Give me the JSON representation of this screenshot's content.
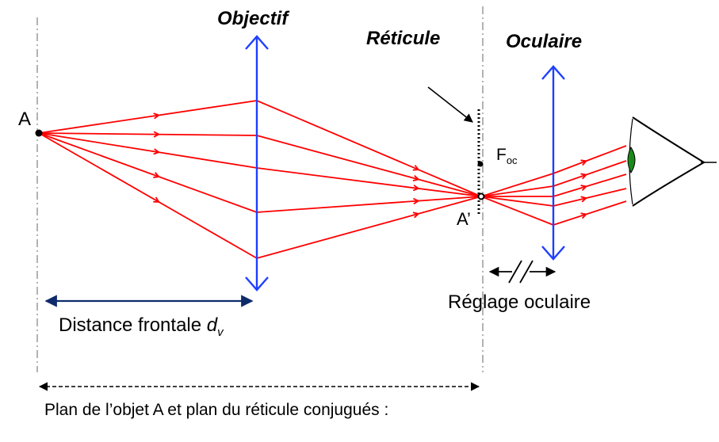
{
  "labels": {
    "objective": "Objectif",
    "reticle": "Réticule",
    "eyepiece": "Oculaire",
    "point_A": "A",
    "focus_main": "F",
    "focus_sub": "oc",
    "image_A_prime": "A’",
    "eyepiece_adjust": "Réglage oculaire",
    "working_distance": "Distance frontale ",
    "working_distance_symbol": "d",
    "working_distance_sub": "v",
    "conjugate_planes": "Plan de l’objet A et plan du réticule conjugués :"
  },
  "colors": {
    "rays": "#ff0000",
    "lens": "#1f3fff",
    "dimension_arrow": "#0d2a6b",
    "axis_dashdot": "#9a9a9a",
    "eye_outline": "#000000",
    "eye_pupil": "#1a8a1a"
  },
  "icons": [
    "eye-icon",
    "pointer-arrow-icon"
  ]
}
